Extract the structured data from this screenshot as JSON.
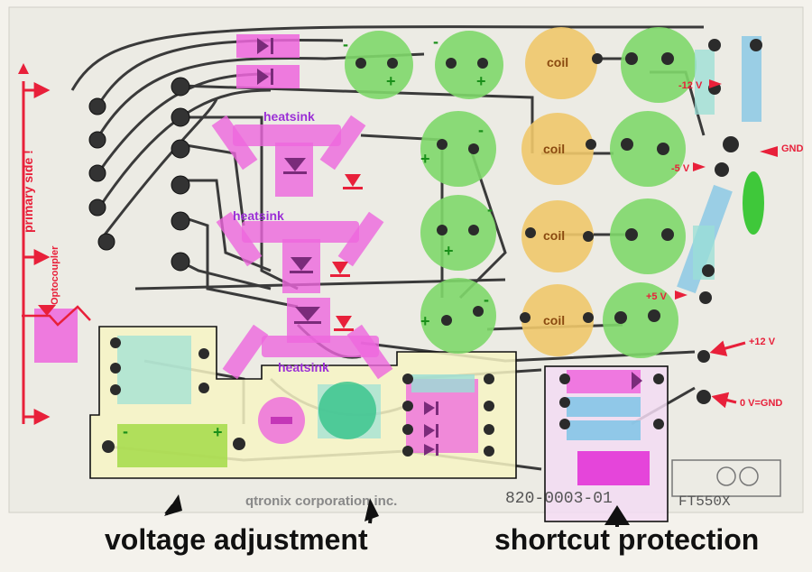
{
  "labels": {
    "primary_side": "primary side !",
    "optocoupler": "Optocoupler",
    "heatsink_1": "heatsink",
    "heatsink_2": "heatsink",
    "heatsink_3": "heatsink",
    "coil_1": "coil",
    "coil_2": "coil",
    "coil_3": "coil",
    "coil_4": "coil",
    "minus_12v": "-12 V",
    "minus_5v": "-5 V",
    "plus_5v": "+5 V",
    "plus_12v": "+12 V",
    "gnd": "GND",
    "zero_v_gnd": "0 V=GND",
    "voltage_adjustment": "voltage adjustment",
    "shortcut_protection": "shortcut protection",
    "silk_text": "qtronix corporation inc.",
    "board_code": "820-0003-01",
    "silk_right": "FT550X",
    "plus": "+",
    "minus": "-"
  },
  "colors": {
    "pcb": "#ecebe4",
    "trace": "#3a3a3a",
    "capacitor": "#7fd86a",
    "coil": "#f0c86a",
    "diode": "#ee66dd",
    "heatsink_text": "#9b2fd6",
    "annotation_red": "#e8203a",
    "region_yellow": "#f7f4c4",
    "region_pink": "#f3dcf3",
    "teal": "#9adfd6",
    "blue": "#7fc4e6",
    "coil_text": "#8a4a10"
  }
}
